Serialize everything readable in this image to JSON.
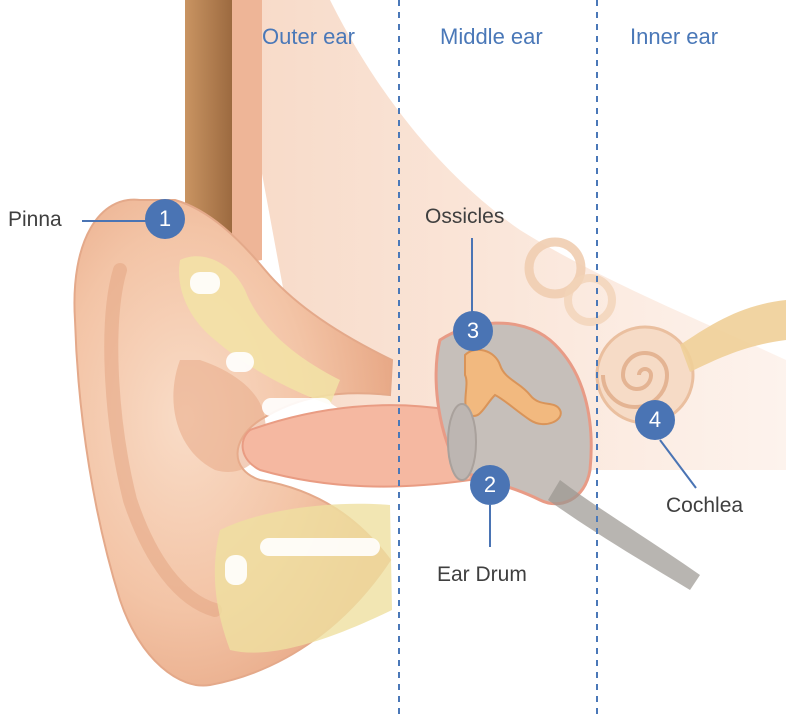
{
  "sections": {
    "outer": "Outer ear",
    "middle": "Middle ear",
    "inner": "Inner ear"
  },
  "callouts": [
    {
      "number": "1",
      "label": "Pinna"
    },
    {
      "number": "2",
      "label": "Ear Drum"
    },
    {
      "number": "3",
      "label": "Ossicles"
    },
    {
      "number": "4",
      "label": "Cochlea"
    }
  ],
  "colors": {
    "accent": "#4a74b4",
    "section_label": "#4a78b8",
    "divider": "#4a78b8",
    "label_text": "#3f3f3f",
    "skin": "#f3c4a6",
    "hair": "#b47c4e"
  }
}
